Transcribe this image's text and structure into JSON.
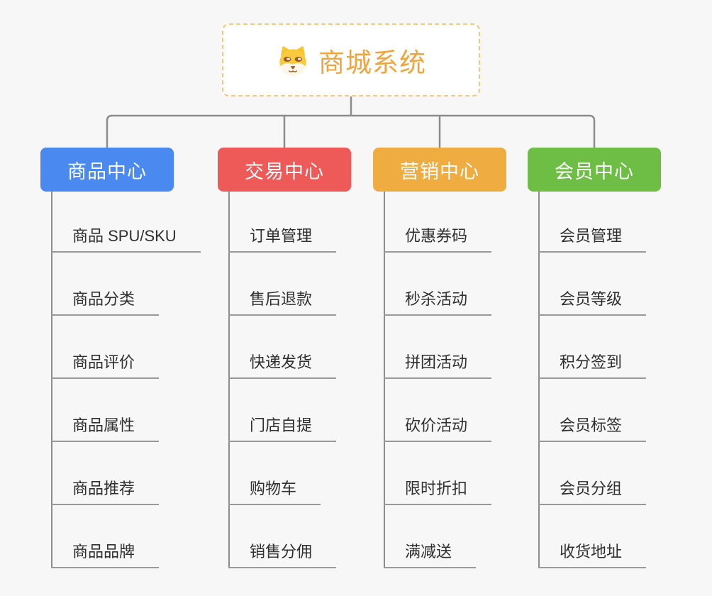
{
  "root": {
    "title": "商城系统",
    "icon": "dog-icon"
  },
  "branches": [
    {
      "label": "商品中心",
      "color": "#4A89F0",
      "children": [
        "商品 SPU/SKU",
        "商品分类",
        "商品评价",
        "商品属性",
        "商品推荐",
        "商品品牌"
      ]
    },
    {
      "label": "交易中心",
      "color": "#ED5A57",
      "children": [
        "订单管理",
        "售后退款",
        "快递发货",
        "门店自提",
        "购物车",
        "销售分佣"
      ]
    },
    {
      "label": "营销中心",
      "color": "#EFAC40",
      "children": [
        "优惠券码",
        "秒杀活动",
        "拼团活动",
        "砍价活动",
        "限时折扣",
        "满减送"
      ]
    },
    {
      "label": "会员中心",
      "color": "#6EBE46",
      "children": [
        "会员管理",
        "会员等级",
        "积分签到",
        "会员标签",
        "会员分组",
        "收货地址"
      ]
    }
  ],
  "colors": {
    "background": "#F7F7F7",
    "connector": "#8C8C8C",
    "item_underline": "#999999",
    "item_text": "#2F2F2F",
    "root_accent": "#F0A53C",
    "root_border": "#F6C879"
  }
}
